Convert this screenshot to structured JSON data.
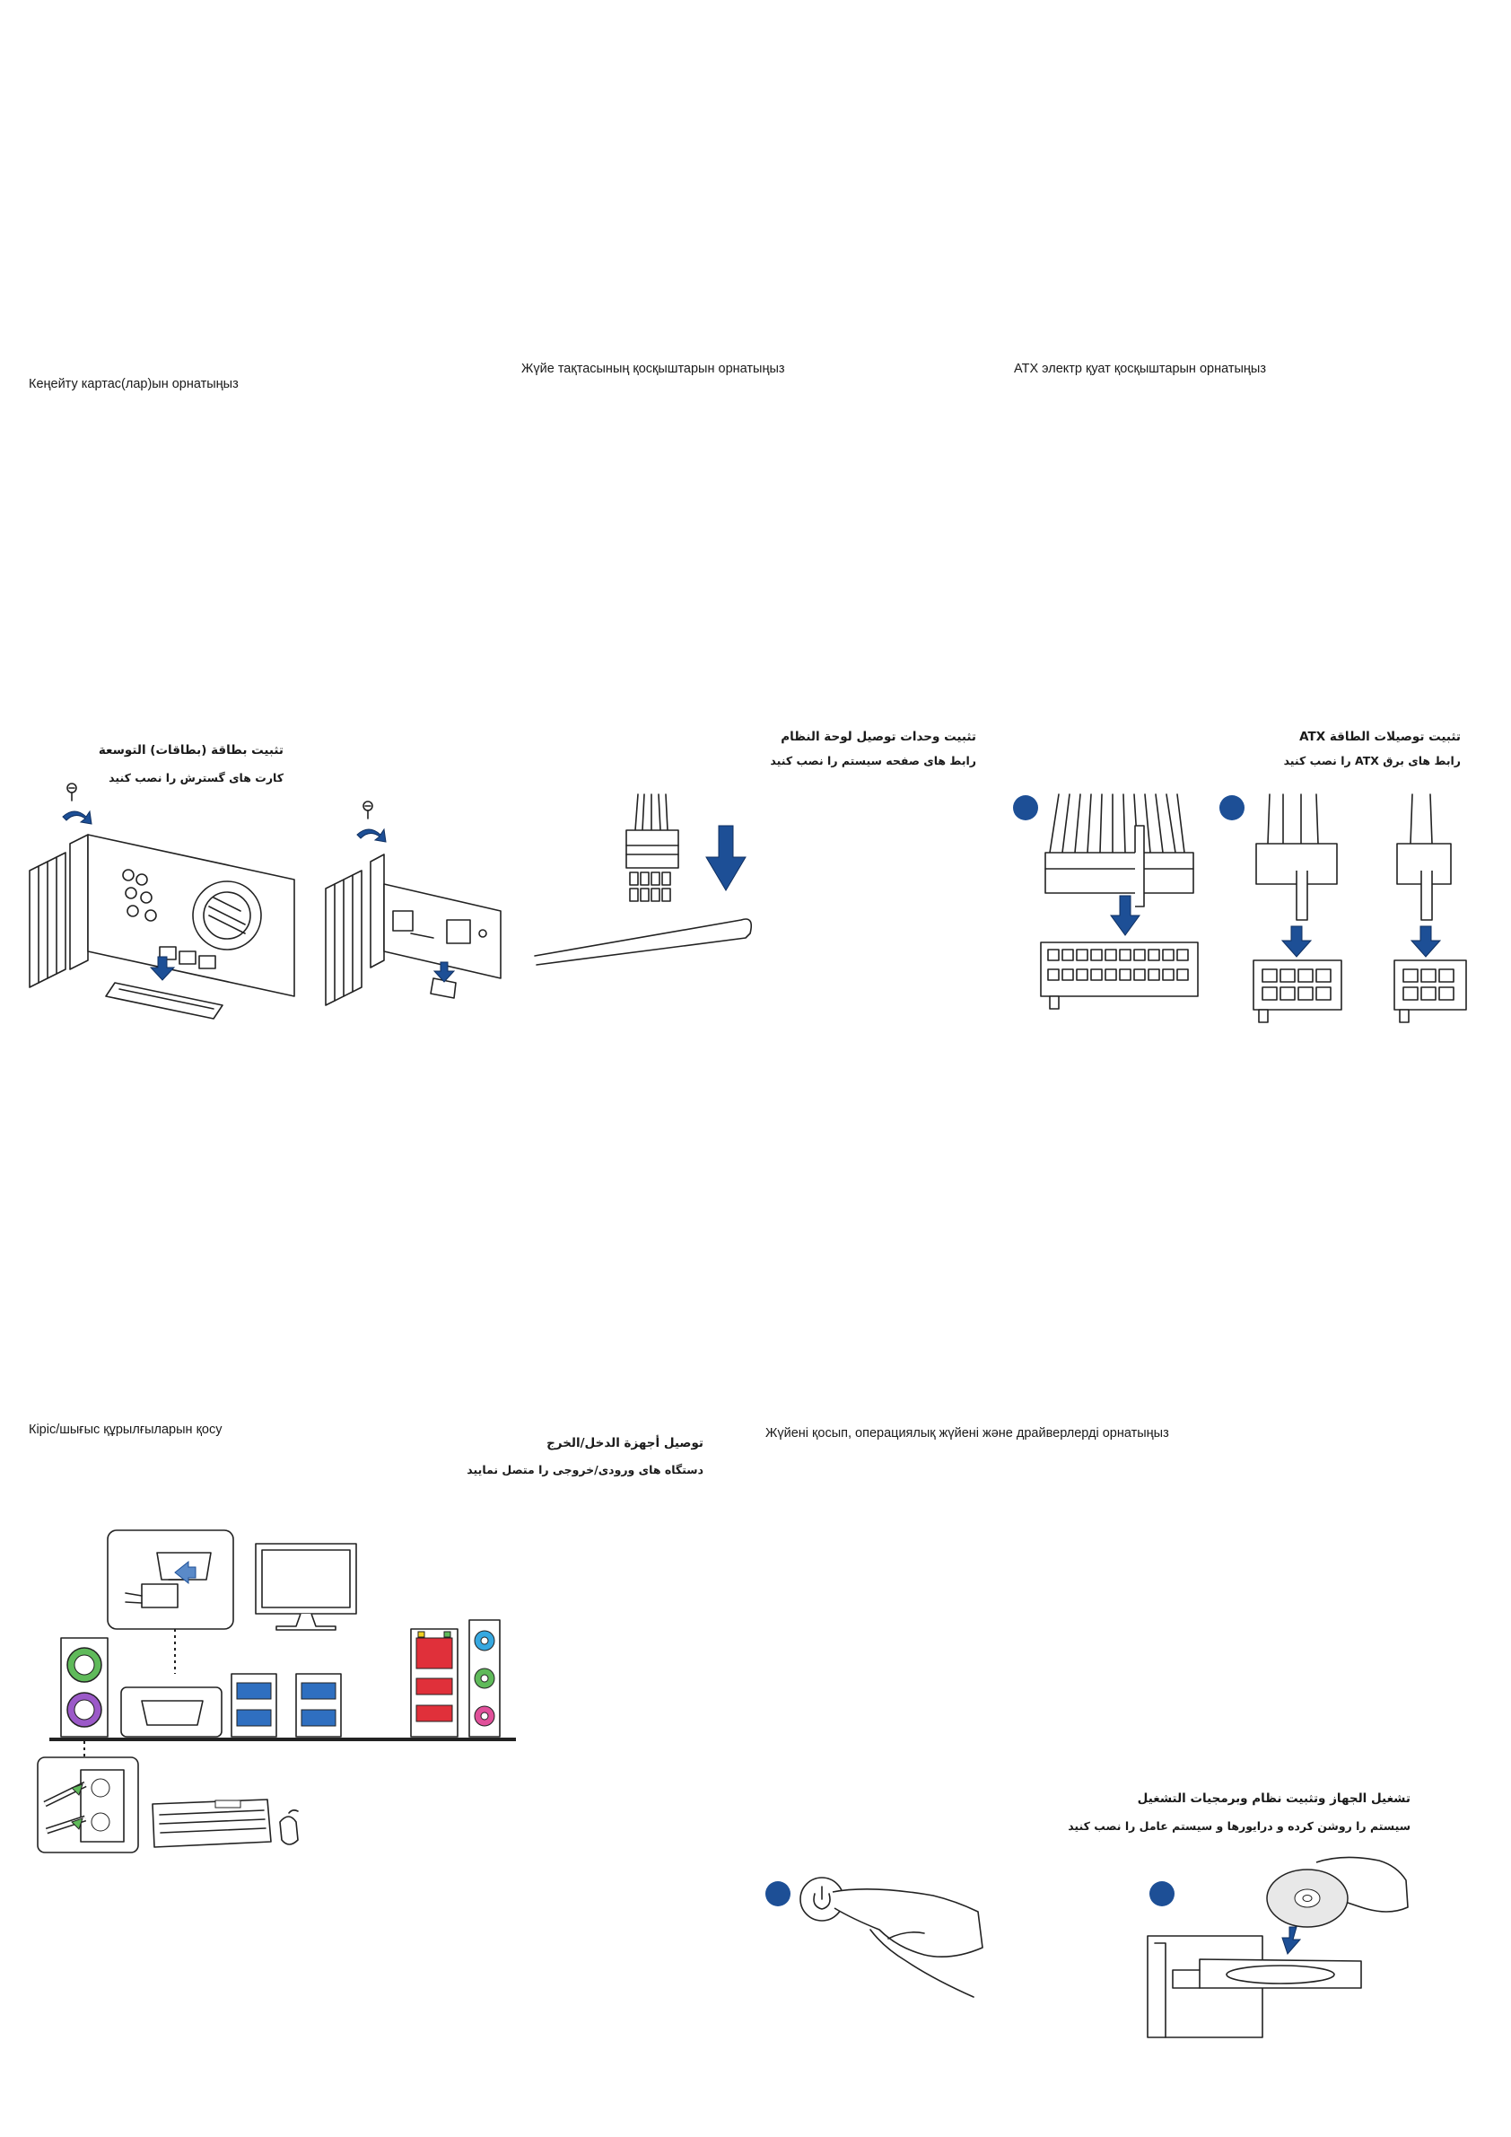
{
  "sections": {
    "expansion": {
      "title_kz": "Кеңейту картас(лар)ын орнатыңыз",
      "title_ar": "تثبيت بطاقة (بطاقات) التوسعة",
      "title_fa": "کارت های گسترش را نصب کنید"
    },
    "system_panel": {
      "title_kz": "Жүйе тақтасының қосқыштарын орнатыңыз",
      "title_ar": "تثبيت وحدات توصيل لوحة النظام",
      "title_fa": "رابط های صفحه سیستم را نصب کنید"
    },
    "atx": {
      "title_kz": "ATX электр қуат қосқыштарын орнатыңыз",
      "title_ar": "تثبيت توصيلات الطاقة ATX",
      "title_fa": "رابط های برق ATX را نصب کنید"
    },
    "io": {
      "title_kz": "Кіріс/шығыс құрылғыларын қосу",
      "title_ar": "توصيل أجهزة الدخل/الخرج",
      "title_fa": "دستگاه های ورودی/خروجی را متصل نمایید"
    },
    "power_on": {
      "title_kz": "Жүйені қосып, операциялық жүйені және драйверлерді орнатыңыз",
      "title_ar": "تشغيل الجهاز وتثبيت نظام وبرمجيات التشغيل",
      "title_fa": "سیستم را روشن کرده و درایورها و سیستم عامل را نصب کنید"
    }
  },
  "colors": {
    "badge": "#1d4f96",
    "ps2_keyboard": "#9b59c8",
    "ps2_mouse": "#5fba5a",
    "usb3": "#2f6fc0",
    "usb2_red": "#e0303a",
    "audio_blue": "#36a8e0",
    "audio_green": "#5fba5a",
    "audio_pink": "#e0509a"
  },
  "icons": {
    "screw": "screw-icon",
    "rotate": "rotate-arrow-icon",
    "power": "power-button-icon",
    "disc": "optical-disc-icon"
  }
}
